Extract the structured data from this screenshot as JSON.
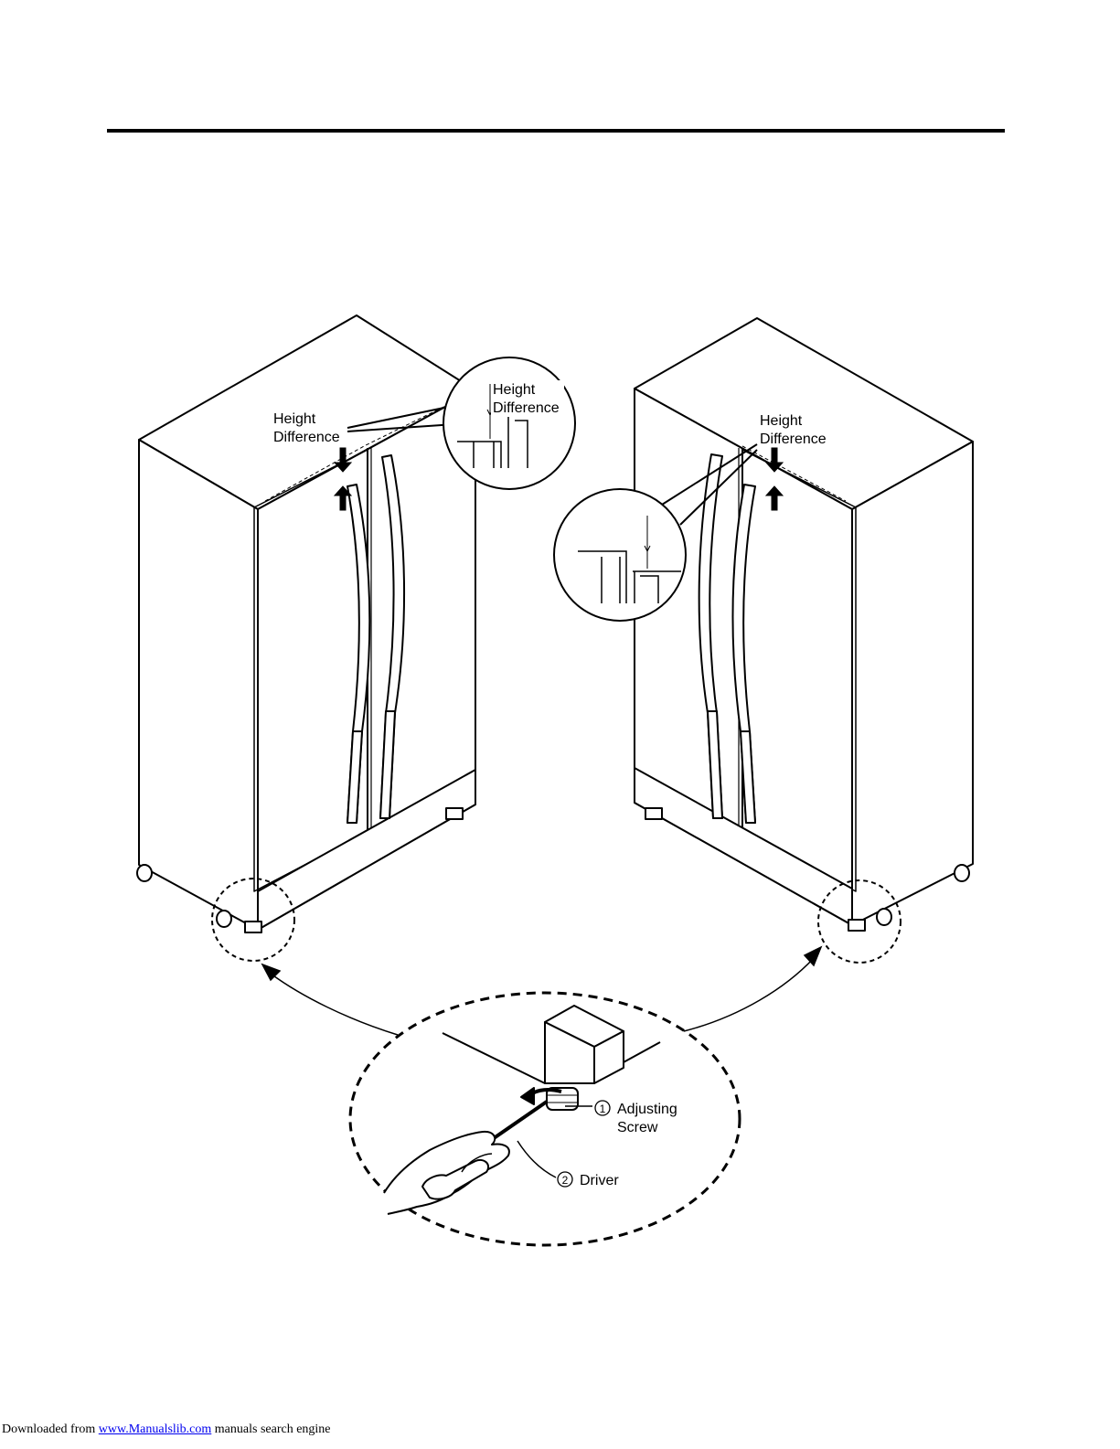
{
  "labels": {
    "height_line1": "Height",
    "height_line2": "Difference",
    "adjusting_num": "1",
    "adjusting_line1": "Adjusting",
    "adjusting_line2": "Screw",
    "driver_num": "2",
    "driver": "Driver"
  },
  "footer": {
    "prefix": "Downloaded from ",
    "link": "www.Manualslib.com",
    "suffix": "  manuals search engine"
  },
  "colors": {
    "ink": "#000000",
    "paper": "#ffffff",
    "link": "#0000ee"
  }
}
